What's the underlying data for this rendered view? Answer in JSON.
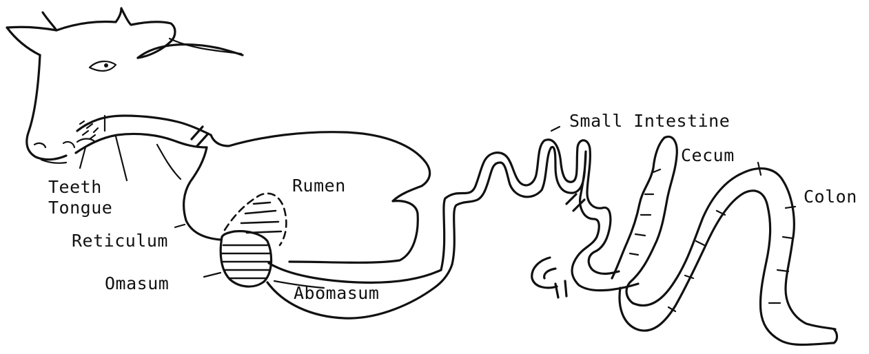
{
  "labels": {
    "small_intestine": "Small Intestine",
    "cecum": "Cecum",
    "colon": "Colon",
    "rumen": "Rumen",
    "teeth": "Teeth",
    "tongue": "Tongue",
    "reticulum": "Reticulum",
    "omasum": "Omasum",
    "abomasum": "Abomasum"
  },
  "colors": {
    "ink": "#111111",
    "background": "#ffffff"
  }
}
